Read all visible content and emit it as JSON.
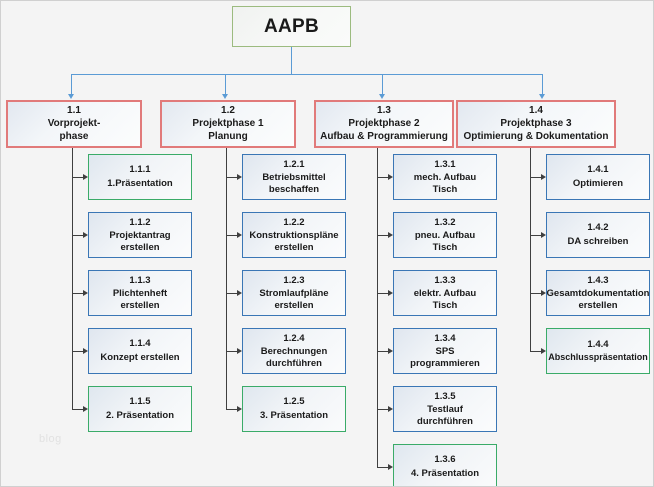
{
  "diagram": {
    "title": "AAPB",
    "watermark": "blog",
    "colors": {
      "background": "#f4f4f4",
      "root_border": "#9cbb7f",
      "phase_border": "#e17a7a",
      "leaf_blue_border": "#3a76b5",
      "leaf_green_border": "#3aab68",
      "top_connector": "#5b9bd5",
      "child_connector": "#3f3f3f"
    }
  },
  "root": {
    "label": "AAPB"
  },
  "phases": [
    {
      "num": "1.1",
      "line1": "Vorprojekt-",
      "line2": "phase",
      "children": [
        {
          "num": "1.1.1",
          "line1": "1.Präsentation",
          "line2": "",
          "color": "green"
        },
        {
          "num": "1.1.2",
          "line1": "Projektantrag erstellen",
          "line2": "",
          "color": "blue"
        },
        {
          "num": "1.1.3",
          "line1": "Plichtenheft",
          "line2": "erstellen",
          "color": "blue"
        },
        {
          "num": "1.1.4",
          "line1": "Konzept erstellen",
          "line2": "",
          "color": "blue"
        },
        {
          "num": "1.1.5",
          "line1": "2. Präsentation",
          "line2": "",
          "color": "green"
        }
      ]
    },
    {
      "num": "1.2",
      "line1": "Projektphase 1",
      "line2": "Planung",
      "children": [
        {
          "num": "1.2.1",
          "line1": "Betriebsmittel",
          "line2": "beschaffen",
          "color": "blue"
        },
        {
          "num": "1.2.2",
          "line1": "Konstruktionspläne",
          "line2": "erstellen",
          "color": "blue"
        },
        {
          "num": "1.2.3",
          "line1": "Stromlaufpläne",
          "line2": "erstellen",
          "color": "blue"
        },
        {
          "num": "1.2.4",
          "line1": "Berechnungen",
          "line2": "durchführen",
          "color": "blue"
        },
        {
          "num": "1.2.5",
          "line1": "3. Präsentation",
          "line2": "",
          "color": "green"
        }
      ]
    },
    {
      "num": "1.3",
      "line1": "Projektphase 2",
      "line2": "Aufbau & Programmierung",
      "children": [
        {
          "num": "1.3.1",
          "line1": "mech. Aufbau",
          "line2": "Tisch",
          "color": "blue"
        },
        {
          "num": "1.3.2",
          "line1": "pneu. Aufbau",
          "line2": "Tisch",
          "color": "blue"
        },
        {
          "num": "1.3.3",
          "line1": "elektr. Aufbau",
          "line2": "Tisch",
          "color": "blue"
        },
        {
          "num": "1.3.4",
          "line1": "SPS",
          "line2": "programmieren",
          "color": "blue"
        },
        {
          "num": "1.3.5",
          "line1": "Testlauf",
          "line2": "durchführen",
          "color": "blue"
        },
        {
          "num": "1.3.6",
          "line1": "4. Präsentation",
          "line2": "",
          "color": "green"
        }
      ]
    },
    {
      "num": "1.4",
      "line1": "Projektphase 3",
      "line2": "Optimierung & Dokumentation",
      "children": [
        {
          "num": "1.4.1",
          "line1": "Optimieren",
          "line2": "",
          "color": "blue"
        },
        {
          "num": "1.4.2",
          "line1": "DA schreiben",
          "line2": "",
          "color": "blue"
        },
        {
          "num": "1.4.3",
          "line1": "Gesamtdokumentation",
          "line2": "erstellen",
          "color": "blue"
        },
        {
          "num": "1.4.4",
          "line1": "Abschlusspräsentation",
          "line2": "",
          "color": "green"
        }
      ]
    }
  ]
}
